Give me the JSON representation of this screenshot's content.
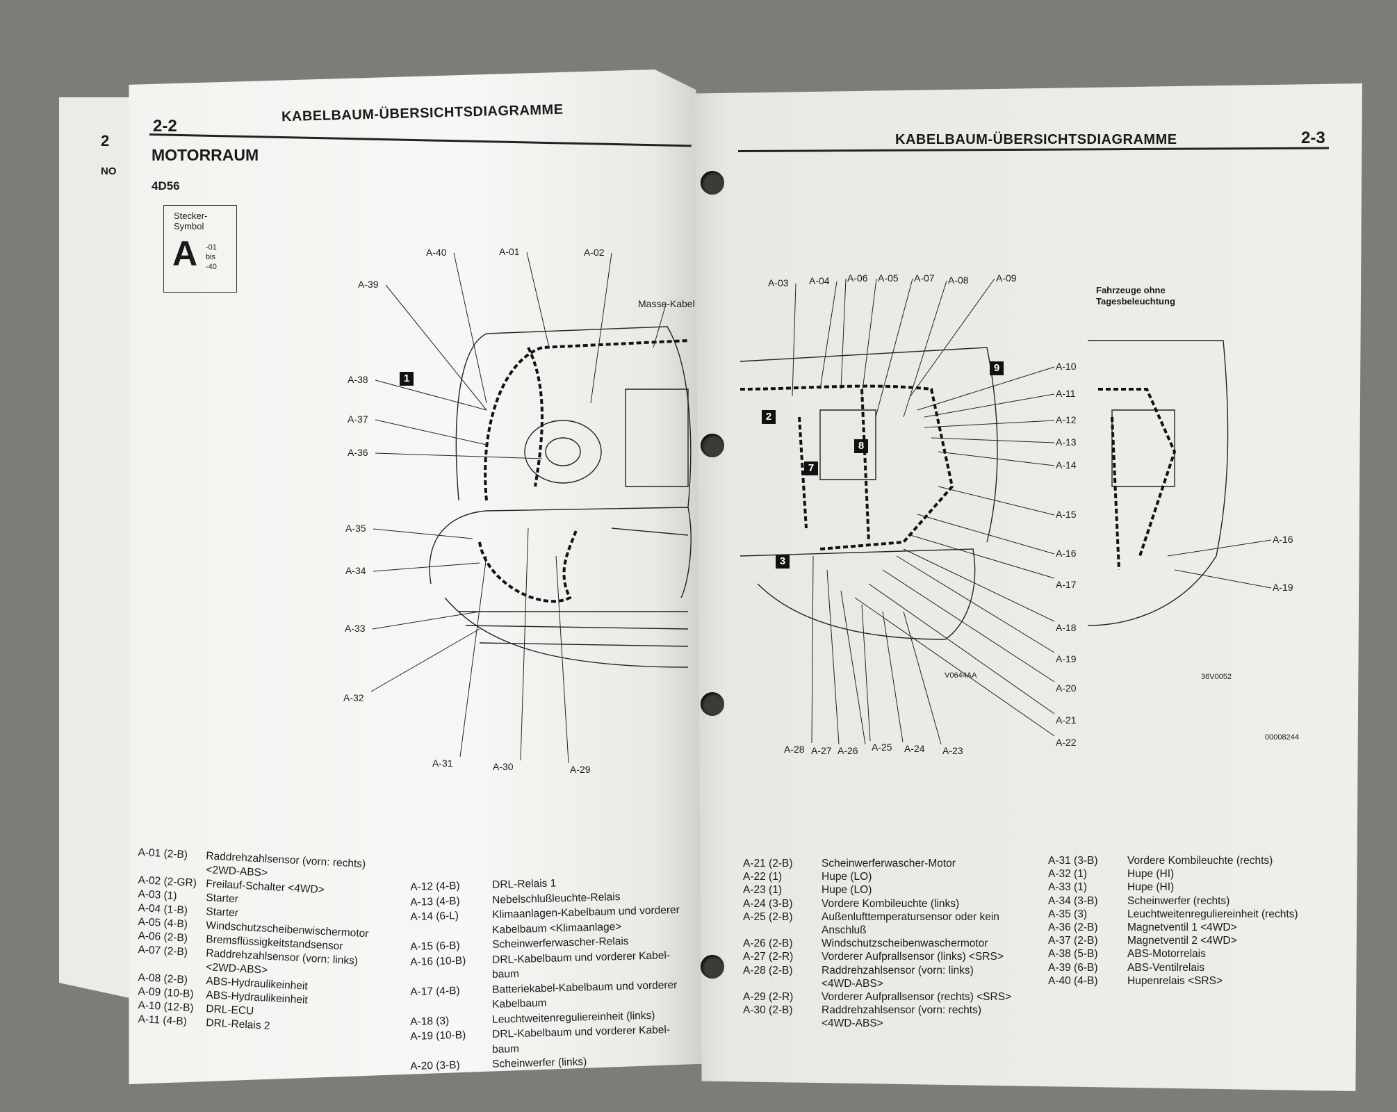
{
  "under_page": {
    "num": "2",
    "text": "NO"
  },
  "left_page": {
    "page_number": "2-2",
    "header_title": "KABELBAUM-ÜBERSICHTSDIAGRAMME",
    "section_title": "MOTORRAUM",
    "engine_code": "4D56",
    "connector_symbol": {
      "caption": "Stecker-\nSymbol",
      "caption_line1": "Stecker-",
      "caption_line2": "Symbol",
      "letter": "A",
      "range_from": "-01",
      "range_word": "bis",
      "range_to": "-40"
    },
    "diagram_labels": [
      "A-40",
      "A-01",
      "A-02",
      "A-39",
      "Masse-Kabel",
      "A-38",
      "A-37",
      "A-36",
      "A-35",
      "A-34",
      "A-33",
      "A-32",
      "A-31",
      "A-30",
      "A-29"
    ],
    "callouts": [
      "1"
    ],
    "legend_col1": [
      {
        "code": "A-01 (2-B)",
        "desc": "Raddrehzahlsensor (vorn: rechts)"
      },
      {
        "code": "",
        "desc": "<2WD-ABS>"
      },
      {
        "code": "A-02 (2-GR)",
        "desc": "Freilauf-Schalter <4WD>"
      },
      {
        "code": "A-03 (1)",
        "desc": "Starter"
      },
      {
        "code": "A-04 (1-B)",
        "desc": "Starter"
      },
      {
        "code": "A-05 (4-B)",
        "desc": "Windschutzscheibenwischermotor"
      },
      {
        "code": "A-06 (2-B)",
        "desc": "Bremsflüssigkeitstandsensor"
      },
      {
        "code": "A-07 (2-B)",
        "desc": "Raddrehzahlsensor (vorn: links)"
      },
      {
        "code": "",
        "desc": "<2WD-ABS>"
      },
      {
        "code": "A-08 (2-B)",
        "desc": "ABS-Hydraulikeinheit"
      },
      {
        "code": "A-09 (10-B)",
        "desc": "ABS-Hydraulikeinheit"
      },
      {
        "code": "A-10 (12-B)",
        "desc": "DRL-ECU"
      },
      {
        "code": "A-11 (4-B)",
        "desc": "DRL-Relais 2"
      }
    ],
    "legend_col2": [
      {
        "code": "A-12 (4-B)",
        "desc": "DRL-Relais 1"
      },
      {
        "code": "A-13 (4-B)",
        "desc": "Nebelschlußleuchte-Relais"
      },
      {
        "code": "A-14 (6-L)",
        "desc": "Klimaanlagen-Kabelbaum und vorderer"
      },
      {
        "code": "",
        "desc": "Kabelbaum <Klimaanlage>"
      },
      {
        "code": "A-15 (6-B)",
        "desc": "Scheinwerferwascher-Relais"
      },
      {
        "code": "A-16 (10-B)",
        "desc": "DRL-Kabelbaum und vorderer Kabel-"
      },
      {
        "code": "",
        "desc": "baum"
      },
      {
        "code": "A-17 (4-B)",
        "desc": "Batteriekabel-Kabelbaum und vorderer"
      },
      {
        "code": "",
        "desc": "Kabelbaum"
      },
      {
        "code": "A-18 (3)",
        "desc": "Leuchtweitenreguliereinheit (links)"
      },
      {
        "code": "A-19 (10-B)",
        "desc": "DRL-Kabelbaum und vorderer Kabel-"
      },
      {
        "code": "",
        "desc": "baum"
      },
      {
        "code": "A-20 (3-B)",
        "desc": "Scheinwerfer (links)"
      }
    ]
  },
  "right_page": {
    "page_number": "2-3",
    "header_title": "KABELBAUM-ÜBERSICHTSDIAGRAMME",
    "inset_title_line1": "Fahrzeuge ohne",
    "inset_title_line2": "Tagesbeleuchtung",
    "diagram_labels": [
      "A-03",
      "A-04",
      "A-06",
      "A-05",
      "A-07",
      "A-08",
      "A-09",
      "A-10",
      "A-11",
      "A-12",
      "A-13",
      "A-14",
      "A-15",
      "A-16",
      "A-17",
      "A-18",
      "A-19",
      "A-20",
      "A-21",
      "A-22",
      "A-28",
      "A-27",
      "A-26",
      "A-25",
      "A-24",
      "A-23"
    ],
    "inset_labels": [
      "A-16",
      "A-19"
    ],
    "callouts": [
      "2",
      "7",
      "8",
      "3",
      "9"
    ],
    "figure_codes": {
      "main": "V0644AA",
      "inset": "36V0052",
      "page": "00008244"
    },
    "legend_col1": [
      {
        "code": "A-21 (2-B)",
        "desc": "Scheinwerferwascher-Motor"
      },
      {
        "code": "A-22 (1)",
        "desc": "Hupe (LO)"
      },
      {
        "code": "A-23 (1)",
        "desc": "Hupe (LO)"
      },
      {
        "code": "A-24 (3-B)",
        "desc": "Vordere Kombileuchte (links)"
      },
      {
        "code": "A-25 (2-B)",
        "desc": "Außenlufttemperatursensor oder kein"
      },
      {
        "code": "",
        "desc": "Anschluß"
      },
      {
        "code": "A-26 (2-B)",
        "desc": "Windschutzscheibenwaschermotor"
      },
      {
        "code": "A-27 (2-R)",
        "desc": "Vorderer Aufprallsensor (links) <SRS>"
      },
      {
        "code": "A-28 (2-B)",
        "desc": "Raddrehzahlsensor (vorn: links)"
      },
      {
        "code": "",
        "desc": "<4WD-ABS>"
      },
      {
        "code": "A-29 (2-R)",
        "desc": "Vorderer Aufprallsensor (rechts) <SRS>"
      },
      {
        "code": "A-30 (2-B)",
        "desc": "Raddrehzahlsensor (vorn: rechts)"
      },
      {
        "code": "",
        "desc": "<4WD-ABS>"
      }
    ],
    "legend_col2": [
      {
        "code": "A-31 (3-B)",
        "desc": "Vordere Kombileuchte (rechts)"
      },
      {
        "code": "A-32 (1)",
        "desc": "Hupe (HI)"
      },
      {
        "code": "A-33 (1)",
        "desc": "Hupe (HI)"
      },
      {
        "code": "A-34 (3-B)",
        "desc": "Scheinwerfer (rechts)"
      },
      {
        "code": "A-35 (3)",
        "desc": "Leuchtweitenreguliereinheit (rechts)"
      },
      {
        "code": "A-36 (2-B)",
        "desc": "Magnetventil 1 <4WD>"
      },
      {
        "code": "A-37 (2-B)",
        "desc": "Magnetventil 2 <4WD>"
      },
      {
        "code": "A-38 (5-B)",
        "desc": "ABS-Motorrelais"
      },
      {
        "code": "A-39 (6-B)",
        "desc": "ABS-Ventilrelais"
      },
      {
        "code": "A-40 (4-B)",
        "desc": "Hupenrelais <SRS>"
      }
    ]
  }
}
